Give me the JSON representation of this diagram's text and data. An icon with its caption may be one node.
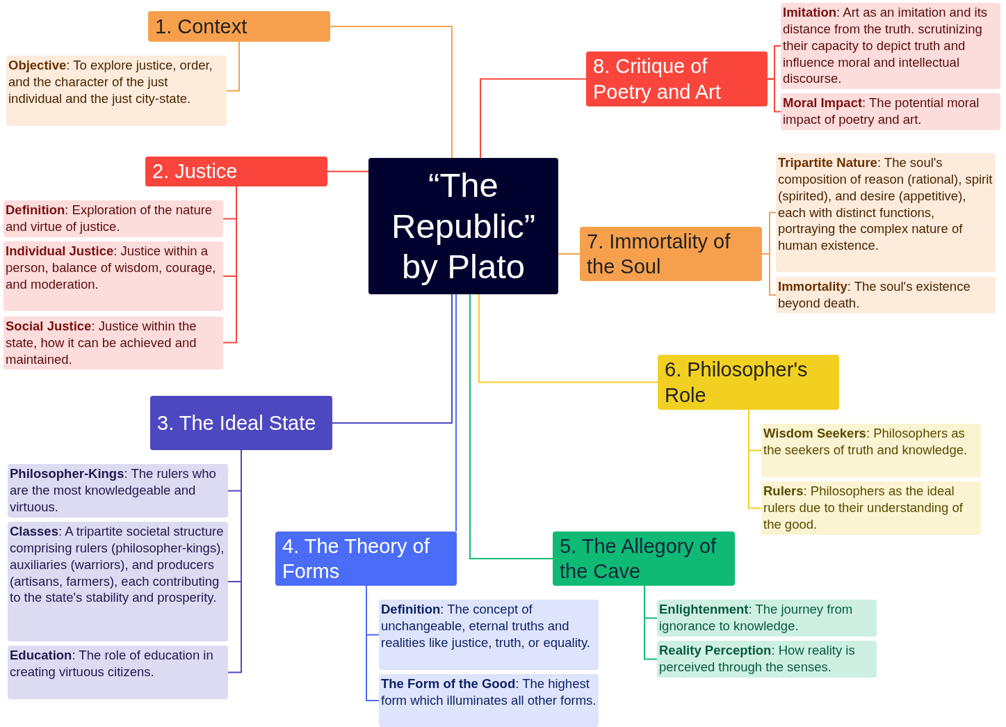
{
  "diagram": {
    "nodes": [
      {
        "text": [
          "“The Republic” by Plato"
        ]
      },
      {
        "text": [
          "1. Context"
        ]
      },
      {
        "text": [
          "**Objective**: To explore justice, order, and the character of the just individual and the just city-state."
        ]
      },
      {
        "text": [
          "2. Justice"
        ]
      },
      {
        "text": [
          "**Definition**: Exploration of the nature and virtue of justice."
        ]
      },
      {
        "text": [
          "**Individual Justice**: Justice within a person, balance of wisdom, courage, and moderation."
        ]
      },
      {
        "text": [
          "**Social Justice**: Justice within the state, how it can be achieved and maintained."
        ]
      },
      {
        "text": [
          "3. The Ideal State"
        ]
      },
      {
        "text": [
          "**Philosopher-Kings**: The rulers who are the most knowledgeable and virtuous."
        ]
      },
      {
        "text": [
          "**Classes**: A tripartite societal structure comprising rulers (philosopher-kings), auxiliaries (warriors), and producers (artisans, farmers), each contributing to the state's stability and prosperity."
        ]
      },
      {
        "text": [
          "**Education**: The role of education in creating virtuous citizens."
        ]
      },
      {
        "text": [
          "4. The Theory of Forms"
        ]
      },
      {
        "text": [
          "**Definition**: The concept of unchangeable, eternal truths and realities like justice, truth, or equality."
        ]
      },
      {
        "text": [
          "**The Form of the Good**: The highest form which illuminates all other forms."
        ]
      },
      {
        "text": [
          "5. The Allegory of the Cave"
        ]
      },
      {
        "text": [
          "**Enlightenment**: The journey from ignorance to knowledge."
        ]
      },
      {
        "text": [
          "**Reality Perception**: How reality is perceived through the senses."
        ]
      },
      {
        "text": [
          "6. Philosopher's Role"
        ]
      },
      {
        "text": [
          "**Wisdom Seekers**: Philosophers as the seekers of truth and knowledge."
        ]
      },
      {
        "text": [
          "**Rulers**: Philosophers as the ideal rulers due to their understanding of the good."
        ]
      },
      {
        "text": [
          "7. Immortality of the Soul"
        ]
      },
      {
        "text": [
          "**Tripartite Nature**: The soul's composition of reason (rational), spirit (spirited), and desire (appetitive), each with distinct functions, portraying the complex nature of human existence."
        ]
      },
      {
        "text": [
          "**Immortality**: The soul's existence beyond death."
        ]
      },
      {
        "text": [
          "8. Critique of Poetry and Art"
        ]
      },
      {
        "text": [
          "**Imitation**: Art as an imitation and its distance from the truth. scrutinizing their capacity to depict truth and influence moral and intellectual discourse."
        ]
      },
      {
        "text": [
          "**Moral Impact**: The potential moral impact of poetry and art."
        ]
      }
    ],
    "edges": [
      {
        "from": 0,
        "to": 1,
        "arrow": "none",
        "color": "#f6a04d"
      },
      {
        "from": 1,
        "to": 2,
        "arrow": "none",
        "color": "#f6a04d"
      },
      {
        "from": 0,
        "to": 3,
        "arrow": "none",
        "color": "#f9453c"
      },
      {
        "from": 3,
        "to": 4,
        "arrow": "none",
        "color": "#f9453c"
      },
      {
        "from": 3,
        "to": 5,
        "arrow": "none",
        "color": "#f9453c"
      },
      {
        "from": 3,
        "to": 6,
        "arrow": "none",
        "color": "#f9453c"
      },
      {
        "from": 0,
        "to": 7,
        "arrow": "none",
        "color": "#4e48c0"
      },
      {
        "from": 7,
        "to": 8,
        "arrow": "none",
        "color": "#4e48c0"
      },
      {
        "from": 7,
        "to": 9,
        "arrow": "none",
        "color": "#4e48c0"
      },
      {
        "from": 7,
        "to": 10,
        "arrow": "none",
        "color": "#4e48c0"
      },
      {
        "from": 0,
        "to": 11,
        "arrow": "none",
        "color": "#4a6cf7"
      },
      {
        "from": 11,
        "to": 12,
        "arrow": "none",
        "color": "#4a6cf7"
      },
      {
        "from": 11,
        "to": 13,
        "arrow": "none",
        "color": "#4a6cf7"
      },
      {
        "from": 0,
        "to": 14,
        "arrow": "none",
        "color": "#0fba75"
      },
      {
        "from": 14,
        "to": 15,
        "arrow": "none",
        "color": "#0fba75"
      },
      {
        "from": 14,
        "to": 16,
        "arrow": "none",
        "color": "#0fba75"
      },
      {
        "from": 0,
        "to": 17,
        "arrow": "none",
        "color": "#f2d022"
      },
      {
        "from": 17,
        "to": 18,
        "arrow": "none",
        "color": "#f2d022"
      },
      {
        "from": 17,
        "to": 19,
        "arrow": "none",
        "color": "#f2d022"
      },
      {
        "from": 0,
        "to": 20,
        "arrow": "none",
        "color": "#f6a04d"
      },
      {
        "from": 20,
        "to": 21,
        "arrow": "none",
        "color": "#f6a04d"
      },
      {
        "from": 20,
        "to": 22,
        "arrow": "none",
        "color": "#f6a04d"
      },
      {
        "from": 0,
        "to": 23,
        "arrow": "none",
        "color": "#f9453c"
      },
      {
        "from": 23,
        "to": 24,
        "arrow": "none",
        "color": "#f9453c"
      },
      {
        "from": 23,
        "to": 25,
        "arrow": "none",
        "color": "#f9453c"
      }
    ]
  }
}
